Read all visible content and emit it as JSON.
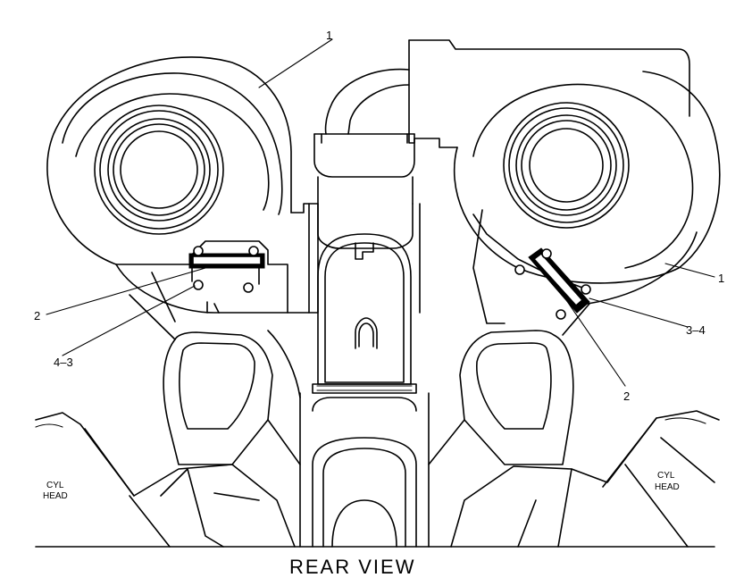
{
  "callouts": {
    "left_turbo": "1",
    "right_turbo": "1",
    "left_clamp": "2",
    "right_clamp": "2",
    "left_bolts": "4–3",
    "right_bolts": "3–4"
  },
  "cyl_head_left": {
    "line1": "CYL",
    "line2": "HEAD"
  },
  "cyl_head_right": {
    "line1": "CYL",
    "line2": "HEAD"
  },
  "view_title": "REAR VIEW"
}
